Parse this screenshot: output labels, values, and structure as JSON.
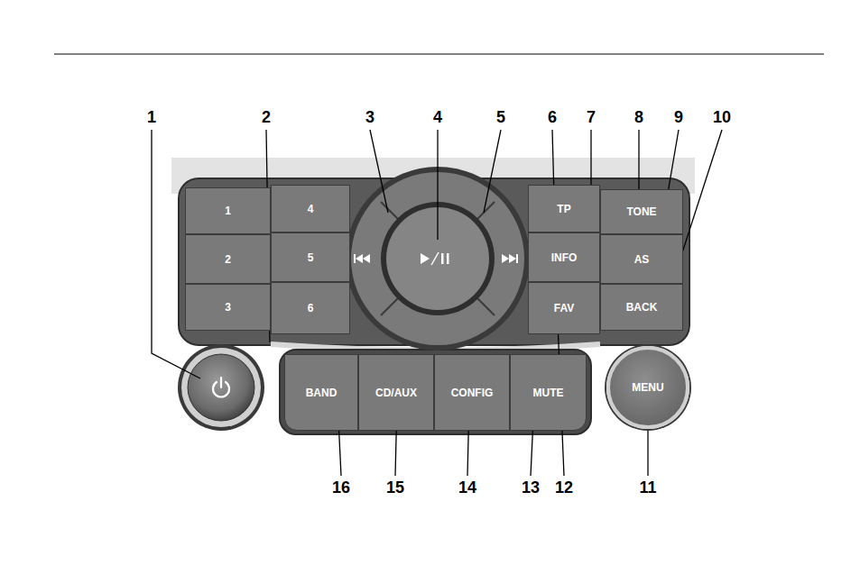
{
  "diagram": {
    "nodes": [
      {
        "text": [
          "1"
        ]
      },
      {
        "text": [
          "4"
        ]
      },
      {
        "text": [
          "TP"
        ]
      },
      {
        "text": [
          "TONE"
        ]
      },
      {
        "text": [
          "2"
        ]
      },
      {
        "text": [
          "5"
        ]
      },
      {
        "text": [
          "INFO"
        ]
      },
      {
        "text": [
          "AS"
        ]
      },
      {
        "text": [
          "3"
        ]
      },
      {
        "text": [
          "6"
        ]
      },
      {
        "text": [
          "FAV"
        ]
      },
      {
        "text": [
          "BACK"
        ]
      },
      {
        "text": [
          "BAND"
        ]
      },
      {
        "text": [
          "CD/AUX"
        ]
      },
      {
        "text": [
          "CONFIG"
        ]
      },
      {
        "text": [
          "MUTE"
        ]
      },
      {
        "text": [
          "MENU"
        ]
      }
    ],
    "labels": [
      "1",
      "2",
      "3",
      "4",
      "5",
      "6",
      "7",
      "8",
      "9",
      "10",
      "16",
      "15",
      "14",
      "13",
      "12",
      "11"
    ]
  }
}
